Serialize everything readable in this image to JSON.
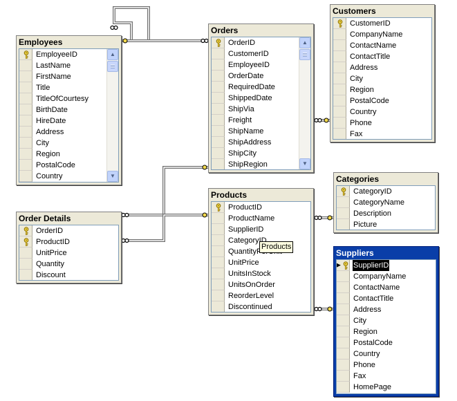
{
  "tables": {
    "employees": {
      "title": "Employees",
      "columns": [
        "EmployeeID",
        "LastName",
        "FirstName",
        "Title",
        "TitleOfCourtesy",
        "BirthDate",
        "HireDate",
        "Address",
        "City",
        "Region",
        "PostalCode",
        "Country"
      ],
      "key_columns": [
        "EmployeeID"
      ]
    },
    "orders": {
      "title": "Orders",
      "columns": [
        "OrderID",
        "CustomerID",
        "EmployeeID",
        "OrderDate",
        "RequiredDate",
        "ShippedDate",
        "ShipVia",
        "Freight",
        "ShipName",
        "ShipAddress",
        "ShipCity",
        "ShipRegion"
      ],
      "key_columns": [
        "OrderID"
      ]
    },
    "customers": {
      "title": "Customers",
      "columns": [
        "CustomerID",
        "CompanyName",
        "ContactName",
        "ContactTitle",
        "Address",
        "City",
        "Region",
        "PostalCode",
        "Country",
        "Phone",
        "Fax"
      ],
      "key_columns": [
        "CustomerID"
      ]
    },
    "categories": {
      "title": "Categories",
      "columns": [
        "CategoryID",
        "CategoryName",
        "Description",
        "Picture"
      ],
      "key_columns": [
        "CategoryID"
      ]
    },
    "order_details": {
      "title": "Order Details",
      "columns": [
        "OrderID",
        "ProductID",
        "UnitPrice",
        "Quantity",
        "Discount"
      ],
      "key_columns": [
        "OrderID",
        "ProductID"
      ]
    },
    "products": {
      "title": "Products",
      "columns": [
        "ProductID",
        "ProductName",
        "SupplierID",
        "CategoryID",
        "QuantityPerUnit",
        "UnitPrice",
        "UnitsInStock",
        "UnitsOnOrder",
        "ReorderLevel",
        "Discontinued"
      ],
      "key_columns": [
        "ProductID"
      ]
    },
    "suppliers": {
      "title": "Suppliers",
      "columns": [
        "SupplierID",
        "CompanyName",
        "ContactName",
        "ContactTitle",
        "Address",
        "City",
        "Region",
        "PostalCode",
        "Country",
        "Phone",
        "Fax",
        "HomePage"
      ],
      "key_columns": [
        "SupplierID"
      ],
      "selected": true,
      "current_column": "SupplierID"
    }
  },
  "tooltip": {
    "text": "Products"
  },
  "colors": {
    "selected_title": "#0a3ea8",
    "canvas": "#ffffff",
    "line": "#6e6e6e"
  }
}
